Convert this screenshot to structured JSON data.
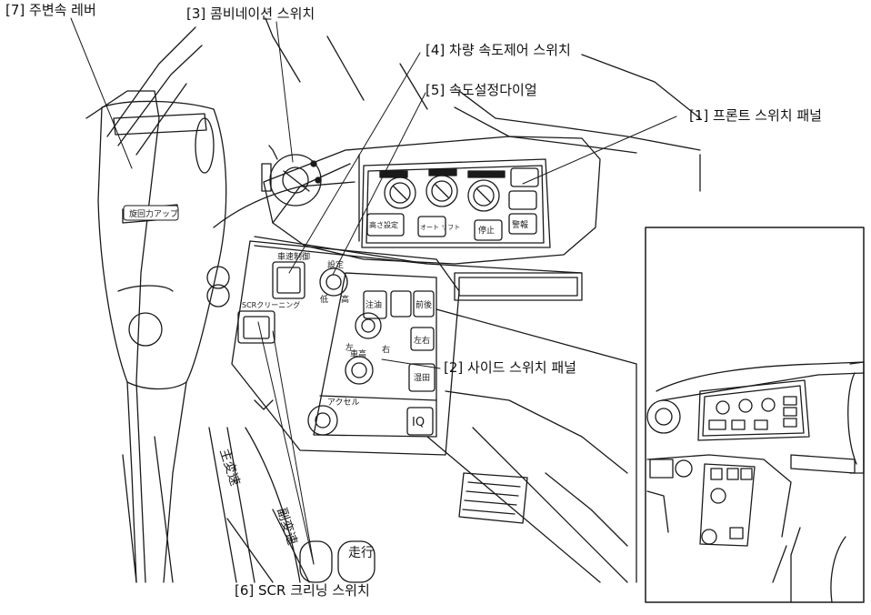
{
  "callouts": {
    "front_switch_panel": "[1] 프론트 스위치 패널",
    "side_switch_panel": "[2] 사이드 스위치 패널",
    "combination_switch": "[3] 콤비네이션 스위치",
    "vehicle_speed_control_switch": "[4] 차량 속도제어 스위치",
    "speed_setting_dial": "[5] 속도설정다이얼",
    "scr_cleaning_switch": "[6] SCR 크리닝 스위치",
    "main_shift_lever": "[7] 주변속 레버"
  },
  "panel_labels": {
    "swing_power_up": "旋回力アップ",
    "main_shift": "主変速",
    "sub_shift": "副変速",
    "travel": "走行",
    "vehicle_speed_control": "車速制御",
    "setting": "設定",
    "low": "低",
    "high": "高",
    "scr_cleaning": "SCRクリーニング",
    "caution": "注油",
    "front_rear": "前後",
    "left": "左",
    "right": "右",
    "left_right": "左右",
    "vehicle_height": "車高",
    "wet_field": "湿田",
    "accelerator": "アクセル",
    "iq": "IQ",
    "alarm": "警報",
    "auto_lift": "オート リフト",
    "stop": "停止",
    "height_setting": "高さ設定"
  }
}
